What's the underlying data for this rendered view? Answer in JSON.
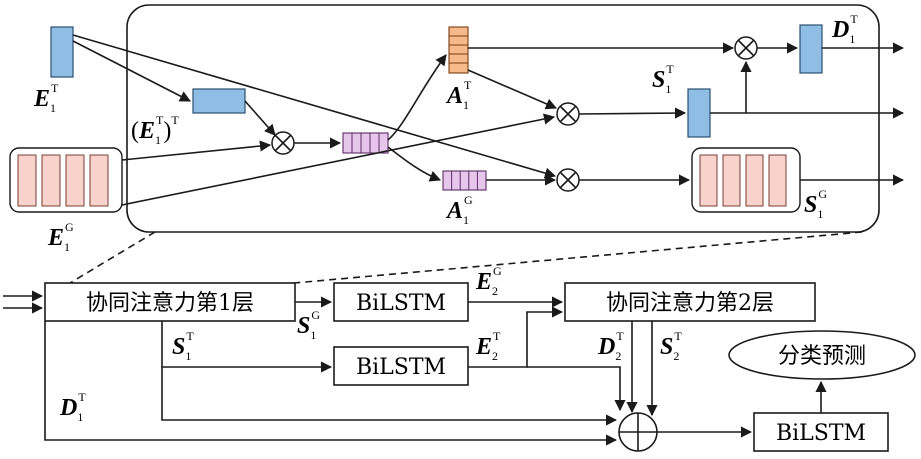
{
  "layer1_label": "协同注意力第1层",
  "layer2_label": "协同注意力第2层",
  "bilstm_label": "BiLSTM",
  "classify_label": "分类预测",
  "symbols": {
    "E": "E",
    "A": "A",
    "S": "S",
    "D": "D",
    "sup_T": "T",
    "sup_G": "G",
    "sub_1": "1",
    "sub_2": "2",
    "paren_open": "(",
    "paren_close": ")"
  }
}
